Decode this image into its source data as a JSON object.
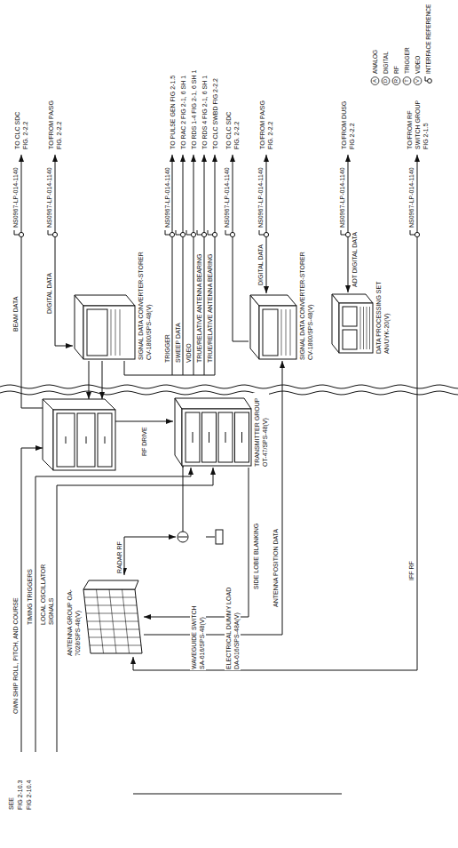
{
  "diagram": {
    "nodes": [
      {
        "text": [
          "ANTENNA GROUP OA-7028/SPS-48(V)"
        ]
      },
      {
        "text": [
          "WAVEGUIDE SWITCH SA-616/SPS-48(V)"
        ]
      },
      {
        "text": [
          "ELECTRICAL DUMMY LOAD DA-616/SPS-48A(V)"
        ]
      },
      {
        "text": [
          "TRANSMITTER GROUP OT-47/SPS-48(V)"
        ]
      },
      {
        "text": [
          "SIGNAL DATA CONVERTER-STORER CV-1800/SPS-48(V)"
        ]
      },
      {
        "text": [
          "SIGNAL DATA CONVERTER-STORER CV-1800/SPS-48(V)"
        ]
      },
      {
        "text": [
          "DATA PROCESSING SET AN/UYK-20(V)"
        ]
      }
    ],
    "edges": [
      {
        "from": 0,
        "to": 1,
        "label": "RADAR RF",
        "arrow": "both"
      },
      {
        "from": 1,
        "to": 2,
        "arrow": "none"
      },
      {
        "from": 1,
        "to": 3,
        "arrow": "none"
      },
      {
        "from": 3,
        "to": 0,
        "label": "SIDE LOBE BLANKING",
        "arrow": "to"
      },
      {
        "from": 0,
        "to": 5,
        "label": "ANTENNA POSITION DATA",
        "arrow": "to"
      }
    ],
    "labels": [
      "SEE",
      "FIG 2-10.3",
      "FIG 2-10.4",
      "OWN SHIP ROLL, PITCH, AND COURSE",
      "TIMING TRIGGERS",
      "LOCAL OSCILLATOR SIGNALS",
      "RF DRIVE",
      "IFF RF",
      "BEAM DATA",
      "NS0967-LP-014-1140",
      "TO CLC SDC FIG. 2-2.2",
      "DIGITAL DATA",
      "NS0967-LP-014-1140",
      "TO/FROM PA/SG FIG. 2-2.2",
      "TRIGGER",
      "SWEEP DATA",
      "VIDEO",
      "TRUE/RELATIVE ANTENNA BEARING",
      "TRUE/RELATIVE ANTENNA BEARING",
      "NS0967-LP-014-1140",
      "TO PULSE GEN FIG 2-1.5",
      "TO RAC 2 FIG 2-1, 6 SH 1",
      "TO RDS 1-4 FIG 2-1, 6 SH 1",
      "TO RDS 4 FIG 2-1, 6 SH 1",
      "TO CLC SWBD FIG 2-2.2",
      "NS0967-LP-014-1140",
      "TO CLC SDC FIG. 2-2.2",
      "DIGITAL DATA",
      "NS0967-LP-014-1140",
      "TO/FROM PA/SG FIG. 2-2.2",
      "ADT DIGITAL DATA",
      "NS0967-LP-014-1140",
      "TO/FROM DUSG FIG 2-2.2",
      "NS0967-LP-014-1140",
      "TO/FROM RF SWITCH GROUP FIG 2-1.5",
      "A",
      "D",
      "R",
      "T",
      "V"
    ],
    "legend": [
      {
        "text": "ANALOG"
      },
      {
        "text": "DIGITAL"
      },
      {
        "text": "RF"
      },
      {
        "text": "TRIGGER"
      },
      {
        "text": "VIDEO"
      },
      {
        "text": "INTERFACE REFERENCE"
      }
    ]
  }
}
